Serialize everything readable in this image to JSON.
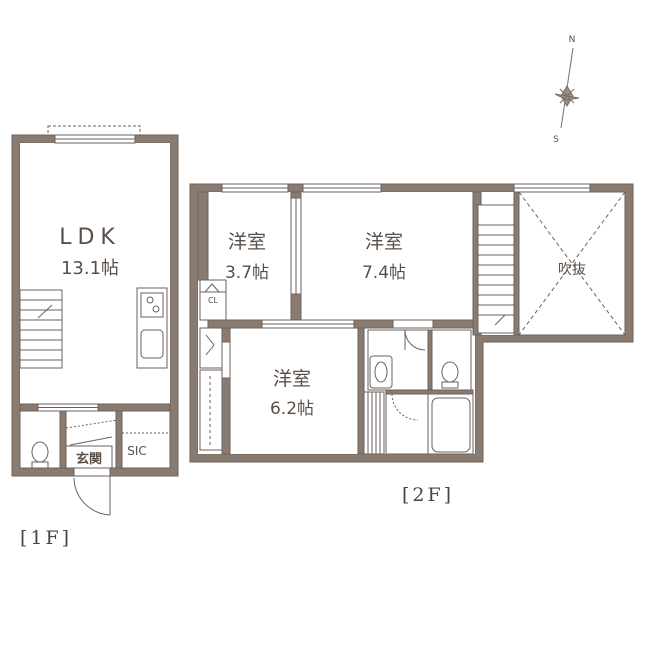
{
  "compass": {
    "north": "N",
    "south": "S"
  },
  "floor_1": {
    "label": "[1F]",
    "rooms": {
      "ldk_name": "LDK",
      "ldk_size": "13.1帖",
      "entrance": "玄関",
      "sic": "SIC"
    }
  },
  "floor_2": {
    "label": "[2F]",
    "rooms": {
      "western_a_name": "洋室",
      "western_a_size": "3.7帖",
      "western_b_name": "洋室",
      "western_b_size": "7.4帖",
      "western_c_name": "洋室",
      "western_c_size": "6.2帖",
      "void": "吹抜",
      "closet_mark": "CL"
    }
  },
  "colors": {
    "wall": "#8a7b70",
    "line": "#6b625c",
    "text": "#5a4f48"
  }
}
